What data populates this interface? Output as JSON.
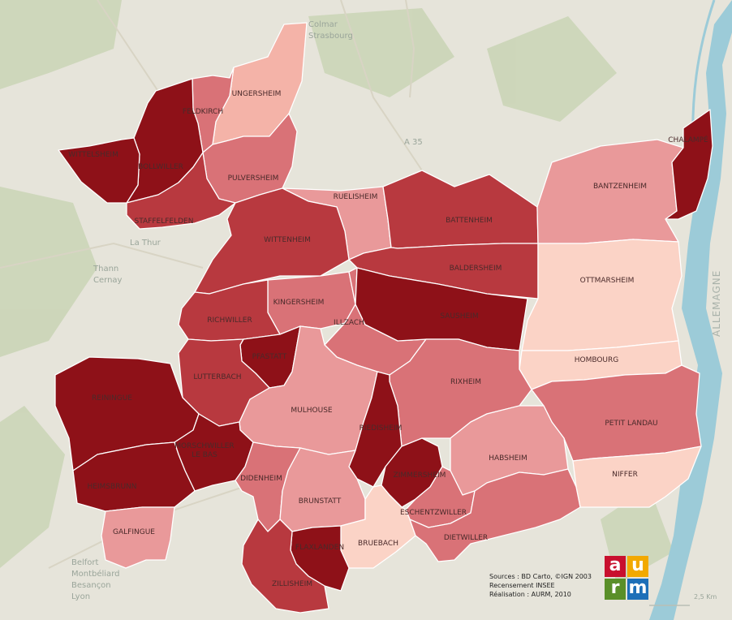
{
  "communes": [
    {
      "name": "UNGERSHEIM",
      "fill": "#f4b3a8",
      "labelVisible": true
    },
    {
      "name": "FELDKIRCH",
      "fill": "#d97277",
      "labelVisible": true
    },
    {
      "name": "BOLLWILLER",
      "fill": "#8e1118",
      "labelVisible": true
    },
    {
      "name": "WITTELSHEIM",
      "fill": "#8e1118",
      "labelVisible": true
    },
    {
      "name": "PULVERSHEIM",
      "fill": "#d97277",
      "labelVisible": true
    },
    {
      "name": "STAFFELFELDEN",
      "fill": "#b8393f",
      "labelVisible": true
    },
    {
      "name": "RUELISHEIM",
      "fill": "#e9999a",
      "labelVisible": true
    },
    {
      "name": "BATTENHEIM",
      "fill": "#b8393f",
      "labelVisible": true
    },
    {
      "name": "WITTENHEIM",
      "fill": "#b8393f",
      "labelVisible": true
    },
    {
      "name": "BALDERSHEIM",
      "fill": "#b8393f",
      "labelVisible": true
    },
    {
      "name": "BANTZENHEIM",
      "fill": "#e9999a",
      "labelVisible": true
    },
    {
      "name": "CHALAMPÉ",
      "fill": "#8e1118",
      "labelVisible": true
    },
    {
      "name": "OTTMARSHEIM",
      "fill": "#fbd3c6",
      "labelVisible": true
    },
    {
      "name": "KINGERSHEIM",
      "fill": "#d97277",
      "labelVisible": true
    },
    {
      "name": "RICHWILLER",
      "fill": "#b8393f",
      "labelVisible": true
    },
    {
      "name": "ILLZACH",
      "fill": "#d97277",
      "labelVisible": true
    },
    {
      "name": "SAUSHEIM",
      "fill": "#8e1118",
      "labelVisible": true
    },
    {
      "name": "HOMBOURG",
      "fill": "#fbd3c6",
      "labelVisible": true
    },
    {
      "name": "PFASTATT",
      "fill": "#8e1118",
      "labelVisible": true
    },
    {
      "name": "LUTTERBACH",
      "fill": "#b8393f",
      "labelVisible": true
    },
    {
      "name": "REININGUE",
      "fill": "#8e1118",
      "labelVisible": true
    },
    {
      "name": "RIXHEIM",
      "fill": "#d97277",
      "labelVisible": true
    },
    {
      "name": "PETIT LANDAU",
      "fill": "#d97277",
      "labelVisible": true
    },
    {
      "name": "MULHOUSE",
      "fill": "#e9999a",
      "labelVisible": true
    },
    {
      "name": "RIEDISHEIM",
      "fill": "#8e1118",
      "labelVisible": true
    },
    {
      "name": "MORSCHWILLER LE BAS",
      "fill": "#8e1118",
      "labelVisible": true
    },
    {
      "name": "HABSHEIM",
      "fill": "#e9999a",
      "labelVisible": true
    },
    {
      "name": "HEIMSBRUNN",
      "fill": "#8e1118",
      "labelVisible": true
    },
    {
      "name": "DIDENHEIM",
      "fill": "#d97277",
      "labelVisible": true
    },
    {
      "name": "ZIMMERSHEIM",
      "fill": "#8e1118",
      "labelVisible": true
    },
    {
      "name": "NIFFER",
      "fill": "#fbd3c6",
      "labelVisible": true
    },
    {
      "name": "BRUNSTATT",
      "fill": "#e9999a",
      "labelVisible": true
    },
    {
      "name": "ESCHENTZWILLER",
      "fill": "#d97277",
      "labelVisible": true
    },
    {
      "name": "GALFINGUE",
      "fill": "#e9999a",
      "labelVisible": true
    },
    {
      "name": "BRUEBACH",
      "fill": "#fbd3c6",
      "labelVisible": true
    },
    {
      "name": "DIETWILLER",
      "fill": "#d97277",
      "labelVisible": true
    },
    {
      "name": "FLAXLANDEN",
      "fill": "#8e1118",
      "labelVisible": true
    },
    {
      "name": "ZILLISHEIM",
      "fill": "#b8393f",
      "labelVisible": true
    }
  ],
  "basemap_labels": {
    "colmar": "Colmar",
    "strasbourg": "Strasbourg",
    "belfort": "Belfort",
    "montbeliard": "Montbéliard",
    "besancon": "Besançon",
    "lyon": "Lyon",
    "thann": "Thann",
    "cernay": "Cernay",
    "la_thur": "La Thur",
    "a35": "A 35"
  },
  "country_label": "ALLEMAGNE",
  "sources": {
    "line1": "Sources : BD Carto, ©IGN 2003",
    "line2": "Recensement INSEE",
    "line3": "Réalisation : AURM, 2010"
  },
  "logo": {
    "l1": "a",
    "l2": "u",
    "l3": "r",
    "l4": "m",
    "c1": "#c8102e",
    "c2": "#f2a900",
    "c3": "#5a8f29",
    "c4": "#1d6fb8"
  },
  "scale_label": "2,5 Km",
  "colors": {
    "river": "#9ccbd8",
    "forest": "#c9d4b5",
    "background": "#e6e4da"
  }
}
